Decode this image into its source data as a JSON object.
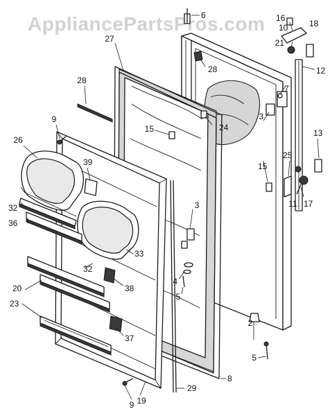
{
  "watermark": "AppliancePartsPros.com",
  "callouts": [
    "2",
    "3",
    "3",
    "4",
    "5",
    "5",
    "6",
    "7",
    "8",
    "9",
    "9",
    "10",
    "11",
    "12",
    "13",
    "15",
    "15",
    "16",
    "17",
    "18",
    "19",
    "20",
    "21",
    "23",
    "24",
    "25",
    "26",
    "27",
    "28",
    "28",
    "29",
    "32",
    "32",
    "33",
    "36",
    "37",
    "38",
    "39"
  ]
}
